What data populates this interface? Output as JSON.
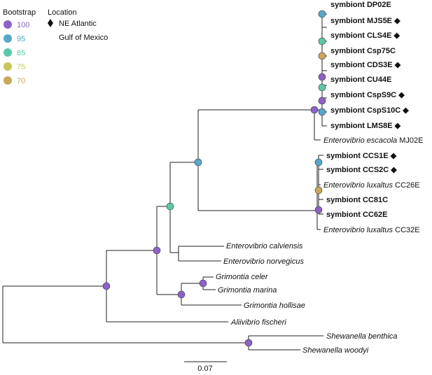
{
  "legend": {
    "bootstrap_title": "Bootstrap",
    "bootstrap_levels": [
      {
        "value": "100",
        "color": "#8b63c8"
      },
      {
        "value": "95",
        "color": "#56a7c9"
      },
      {
        "value": "85",
        "color": "#5ac9a8"
      },
      {
        "value": "75",
        "color": "#c8c85a"
      },
      {
        "value": "70",
        "color": "#c8a85a"
      }
    ],
    "location_title": "Location",
    "locations": [
      {
        "label": "NE Atlantic",
        "marker": "diamond"
      },
      {
        "label": "Gulf of Mexico",
        "marker": "none"
      }
    ]
  },
  "taxa": [
    {
      "id": "t1",
      "name": "symbiont DP02E",
      "italic": "",
      "rest": "",
      "bold": true,
      "diamond": false
    },
    {
      "id": "t2",
      "name": "symbiont MJS5E",
      "italic": "",
      "rest": "",
      "bold": true,
      "diamond": true
    },
    {
      "id": "t3",
      "name": "symbiont CLS4E",
      "italic": "",
      "rest": "",
      "bold": true,
      "diamond": true
    },
    {
      "id": "t4",
      "name": "symbiont Csp75C",
      "italic": "",
      "rest": "",
      "bold": true,
      "diamond": false
    },
    {
      "id": "t5",
      "name": "symbiont CDS3E",
      "italic": "",
      "rest": "",
      "bold": true,
      "diamond": true
    },
    {
      "id": "t6",
      "name": "symbiont CU44E",
      "italic": "",
      "rest": "",
      "bold": true,
      "diamond": false
    },
    {
      "id": "t7",
      "name": "symbiont CspS9C",
      "italic": "",
      "rest": "",
      "bold": true,
      "diamond": true
    },
    {
      "id": "t8",
      "name": "symbiont CspS10C",
      "italic": "",
      "rest": "",
      "bold": true,
      "diamond": true
    },
    {
      "id": "t9",
      "name": "symbiont LMS8E",
      "italic": "",
      "rest": "",
      "bold": true,
      "diamond": true
    },
    {
      "id": "t10",
      "name": "",
      "italic": "Enterovibrio escacola",
      "rest": " MJ02E",
      "bold": false,
      "diamond": false
    },
    {
      "id": "t11",
      "name": "symbiont CCS1E",
      "italic": "",
      "rest": "",
      "bold": true,
      "diamond": true
    },
    {
      "id": "t12",
      "name": "symbiont CCS2C",
      "italic": "",
      "rest": "",
      "bold": true,
      "diamond": true
    },
    {
      "id": "t13",
      "name": "",
      "italic": "Enterovibrio luxaltus",
      "rest": " CC26E",
      "bold": false,
      "diamond": false
    },
    {
      "id": "t14",
      "name": "symbiont CC81C",
      "italic": "",
      "rest": "",
      "bold": true,
      "diamond": false
    },
    {
      "id": "t15",
      "name": "symbiont CC62E",
      "italic": "",
      "rest": "",
      "bold": true,
      "diamond": false
    },
    {
      "id": "t16",
      "name": "",
      "italic": "Enterovibrio luxaltus",
      "rest": " CC32E",
      "bold": false,
      "diamond": false
    },
    {
      "id": "t17",
      "name": "",
      "italic": "Enterovibrio calviensis",
      "rest": "",
      "bold": false,
      "diamond": false
    },
    {
      "id": "t18",
      "name": "",
      "italic": "Enterovibrio norvegicus",
      "rest": "",
      "bold": false,
      "diamond": false
    },
    {
      "id": "t19",
      "name": "",
      "italic": "Grimontia celer",
      "rest": "",
      "bold": false,
      "diamond": false
    },
    {
      "id": "t20",
      "name": "",
      "italic": "Grimontia marina",
      "rest": "",
      "bold": false,
      "diamond": false
    },
    {
      "id": "t21",
      "name": "",
      "italic": "Grimontia hollisae",
      "rest": "",
      "bold": false,
      "diamond": false
    },
    {
      "id": "t22",
      "name": "",
      "italic": "Aliivibrio fischeri",
      "rest": "",
      "bold": false,
      "diamond": false
    },
    {
      "id": "t23",
      "name": "",
      "italic": "Shewanella benthica",
      "rest": "",
      "bold": false,
      "diamond": false
    },
    {
      "id": "t24",
      "name": "",
      "italic": "Shewanella woodyi",
      "rest": "",
      "bold": false,
      "diamond": false
    }
  ],
  "node_support": [
    {
      "id": "n1",
      "bootstrap": "95"
    },
    {
      "id": "n2",
      "bootstrap": "85"
    },
    {
      "id": "n3",
      "bootstrap": "70"
    },
    {
      "id": "n4",
      "bootstrap": "100"
    },
    {
      "id": "n5",
      "bootstrap": "85"
    },
    {
      "id": "n6",
      "bootstrap": "100"
    },
    {
      "id": "n7",
      "bootstrap": "95"
    },
    {
      "id": "n8",
      "bootstrap": "100"
    },
    {
      "id": "n9",
      "bootstrap": "95"
    },
    {
      "id": "n10",
      "bootstrap": "70"
    },
    {
      "id": "n11",
      "bootstrap": "100"
    },
    {
      "id": "n12",
      "bootstrap": "95"
    },
    {
      "id": "n13",
      "bootstrap": "85"
    },
    {
      "id": "n14",
      "bootstrap": "100"
    },
    {
      "id": "n15",
      "bootstrap": "100"
    },
    {
      "id": "n16",
      "bootstrap": "100"
    },
    {
      "id": "n17",
      "bootstrap": "100"
    },
    {
      "id": "n18",
      "bootstrap": "100"
    }
  ],
  "scale_bar": {
    "label": "0.07"
  }
}
